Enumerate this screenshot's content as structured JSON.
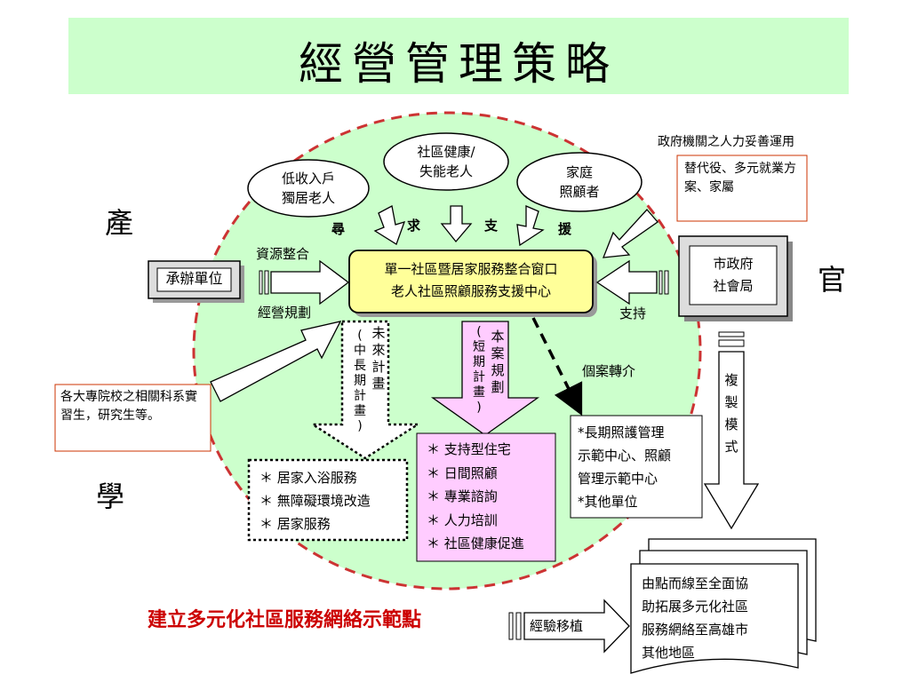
{
  "title": "經營管理策略",
  "side_labels": {
    "industry": "產",
    "government": "官",
    "academia": "學"
  },
  "needs": [
    {
      "line1": "低收入戶",
      "line2": "獨居老人"
    },
    {
      "line1": "社區健康/",
      "line2": "失能老人"
    },
    {
      "line1": "家庭",
      "line2": "照顧者"
    }
  ],
  "seek_support": [
    "尋",
    "求",
    "支",
    "援"
  ],
  "gov_note": {
    "header": "政府機關之人力妥善運用",
    "body": "替代役、多元就業方案、家屬"
  },
  "contractor": "承辦單位",
  "resource_integration": "資源整合",
  "operation_planning": "經營規劃",
  "center": {
    "line1": "單一社區暨居家服務整合窗口",
    "line2": "老人社區照顧服務支援中心"
  },
  "city_gov": {
    "line1": "市政府",
    "line2": "社會局"
  },
  "support": "支持",
  "referral": "個案轉介",
  "university_note": "各大專院校之相關科系實習生，研究生等。",
  "future_plan": {
    "col1": "未來計畫",
    "col2": "(中長期計畫)"
  },
  "current_plan": {
    "col1": "本案規劃",
    "col2": "(短期計畫)"
  },
  "copy_mode": [
    "複",
    "製",
    "模",
    "式"
  ],
  "home_services": [
    "＊ 居家入浴服務",
    "＊ 無障礙環境改造",
    "＊ 居家服務"
  ],
  "short_services": [
    "＊ 支持型住宅",
    "＊ 日間照顧",
    "＊ 專業諮詢",
    "＊ 人力培訓",
    "＊ 社區健康促進"
  ],
  "demo_units": [
    "*長期照護管理",
    "示範中心、照顧",
    "管理示範中心",
    "*其他單位"
  ],
  "network_title": "建立多元化社區服務網絡示範點",
  "transplant": "經驗移植",
  "expansion": [
    "由點而線至全面協",
    "助拓展多元化社區",
    "服務網絡至高雄市",
    "其他地區"
  ],
  "colors": {
    "title_bg": "#ccffcc",
    "circle_fill": "#ccffcc",
    "circle_stroke": "#cc3333",
    "center_fill": "#ffff99",
    "short_box_fill": "#ffccff",
    "network_title": "#cc0000",
    "note_border": "#cc3300"
  }
}
